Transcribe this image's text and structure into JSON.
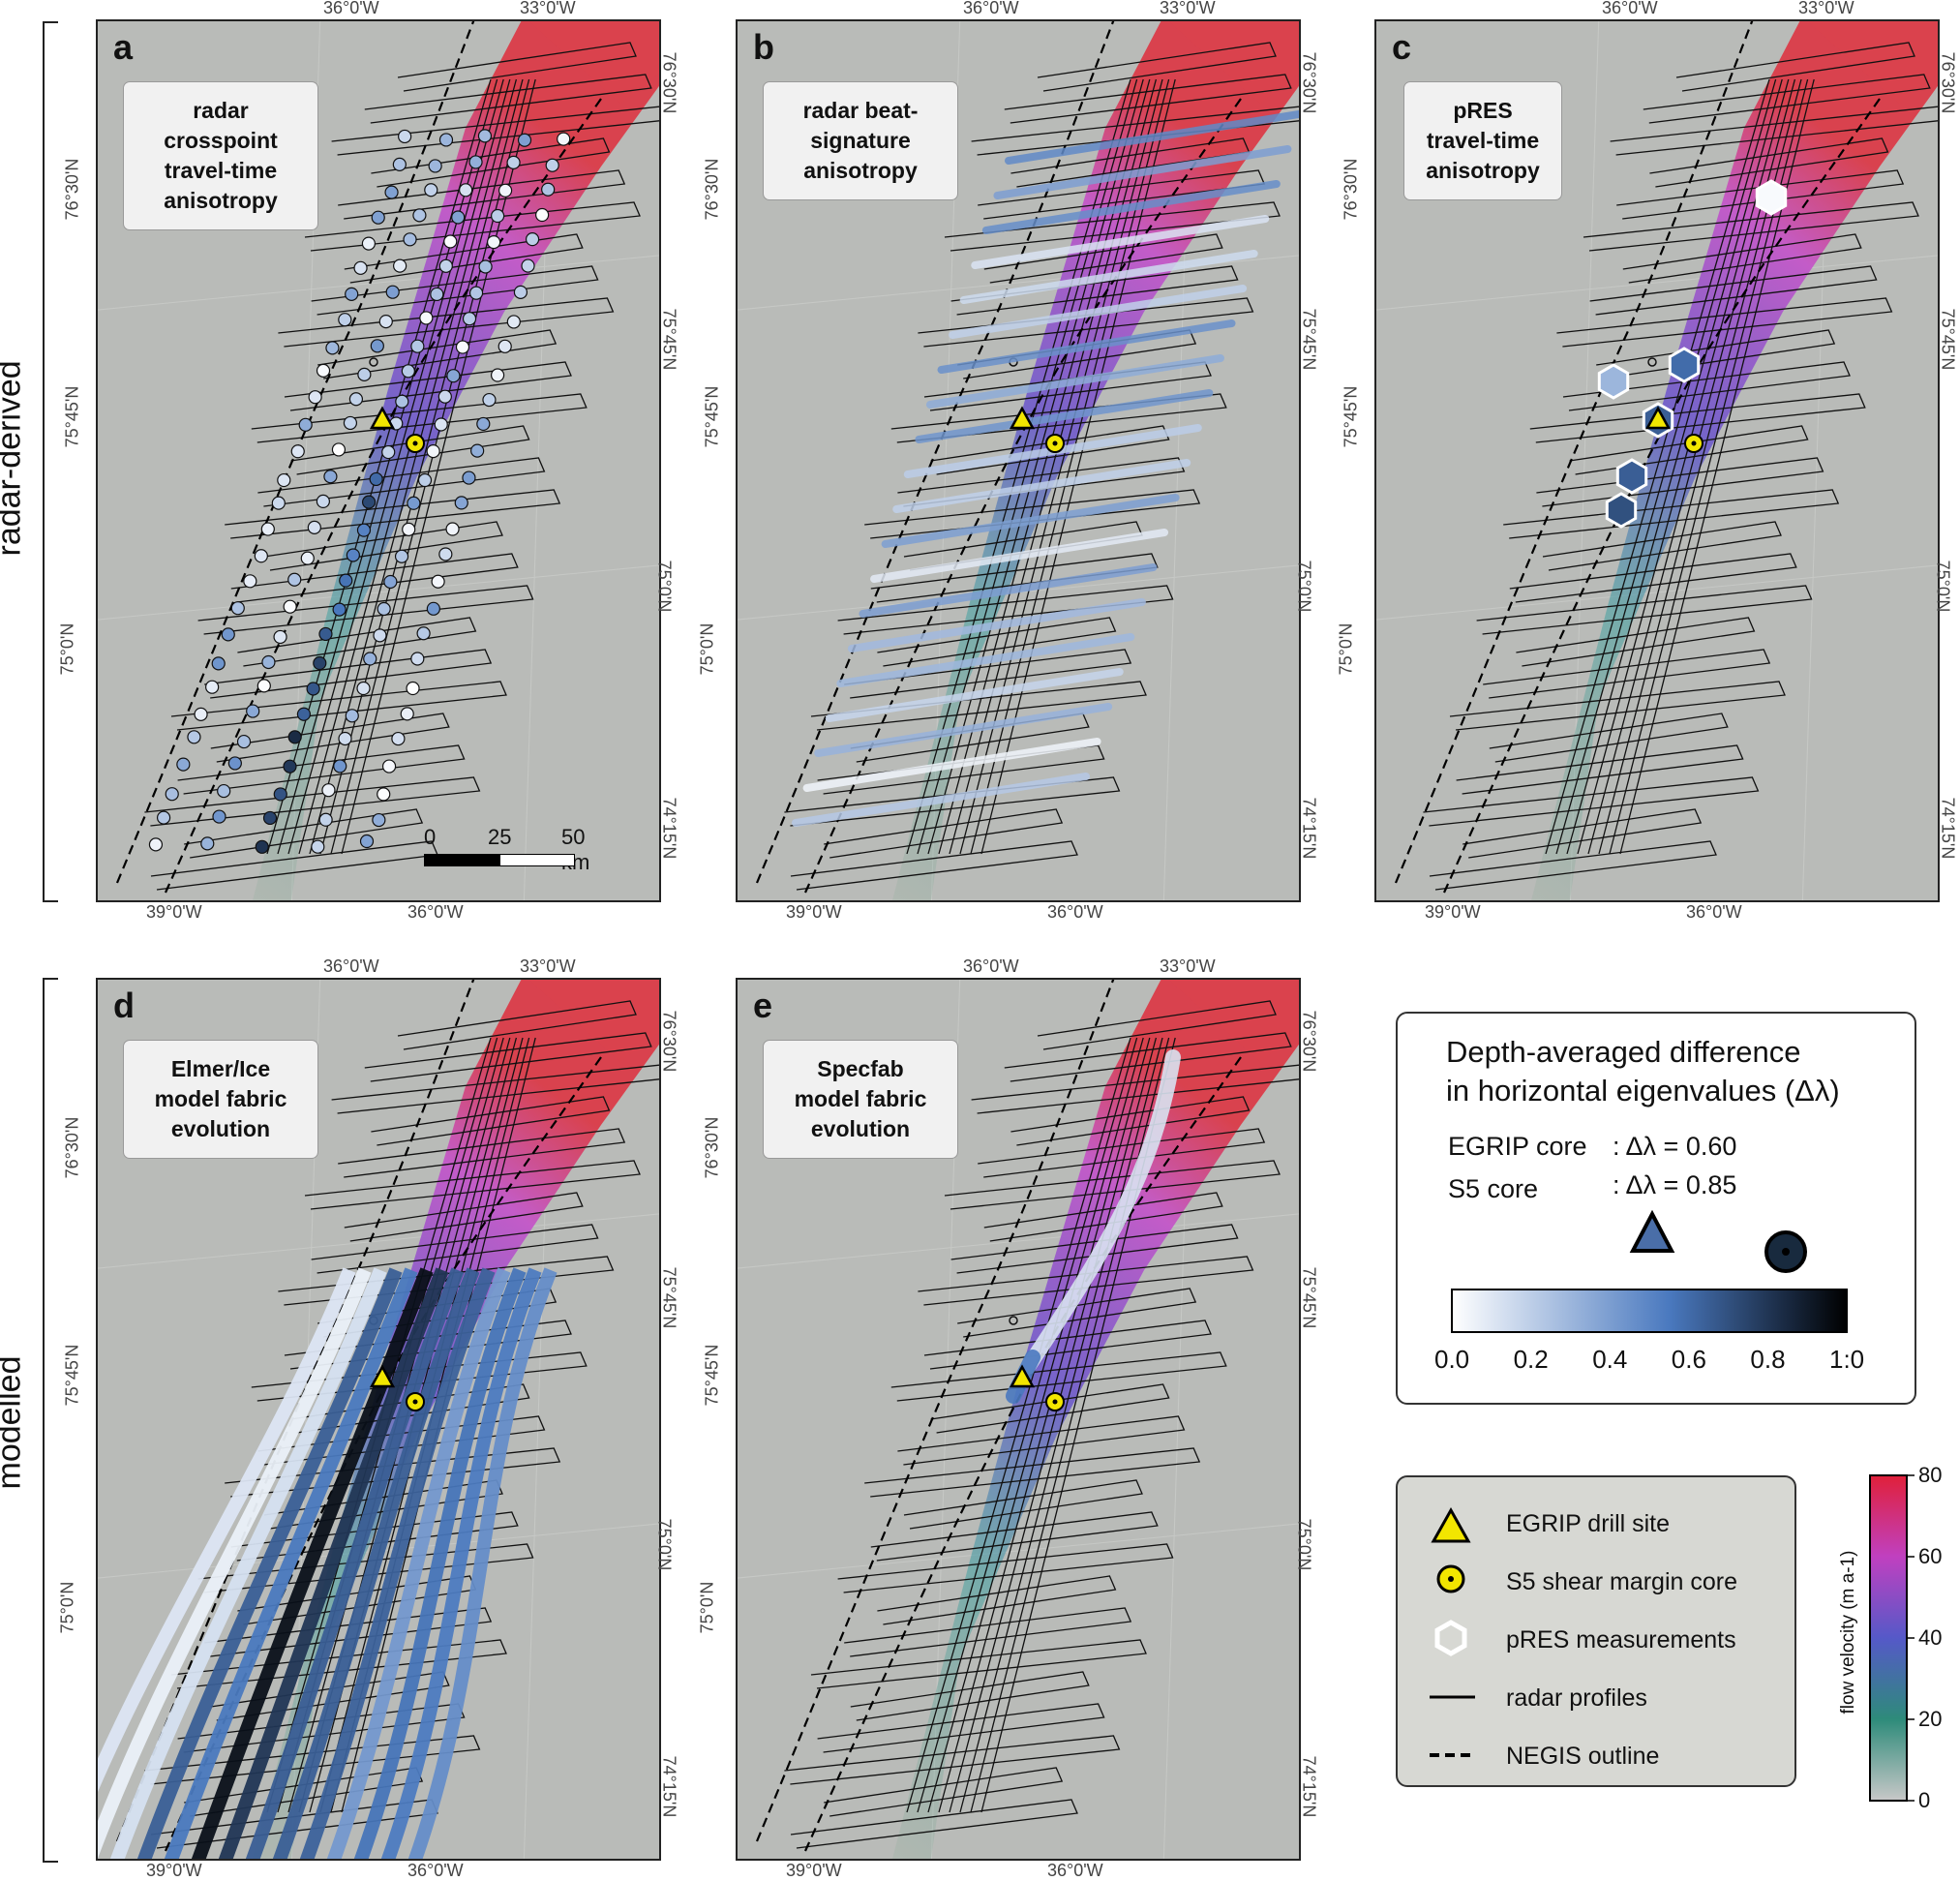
{
  "row_labels": {
    "top": "radar-derived",
    "bottom": "modelled"
  },
  "panels": [
    {
      "id": "a",
      "title_lines": [
        "radar crosspoint",
        "travel-time",
        "anisotropy"
      ]
    },
    {
      "id": "b",
      "title_lines": [
        "radar beat-",
        "signature",
        "anisotropy"
      ]
    },
    {
      "id": "c",
      "title_lines": [
        "pRES",
        "travel-time",
        "anisotropy"
      ]
    },
    {
      "id": "d",
      "title_lines": [
        "Elmer/Ice",
        "model fabric",
        "evolution"
      ]
    },
    {
      "id": "e",
      "title_lines": [
        "Specfab",
        "model fabric",
        "evolution"
      ]
    }
  ],
  "ticks": {
    "top": [
      "36°0'W",
      "33°0'W"
    ],
    "bottom": [
      "39°0'W",
      "36°0'W"
    ],
    "left": [
      "76°30'N",
      "75°45'N",
      "75°0'N"
    ],
    "right": [
      "76°30'N",
      "75°45'N",
      "75°0'N",
      "74°15'N"
    ]
  },
  "scalebar": {
    "labels": [
      "0",
      "25",
      "50 km"
    ]
  },
  "eigen_legend": {
    "title_line1": "Depth-averaged difference",
    "title_line2": "in horizontal eigenvalues (Δλ)",
    "egrip_label": "EGRIP core",
    "egrip_value": ": Δλ = 0.60",
    "s5_label": "S5 core",
    "s5_value": ": Δλ = 0.85",
    "colorbar_ticks": [
      "0.0",
      "0.2",
      "0.4",
      "0.6",
      "0.8",
      "1:0"
    ],
    "colors": [
      "#ffffff",
      "#4a79bf",
      "#000000"
    ]
  },
  "symbol_legend": {
    "items": [
      "EGRIP drill site",
      "S5 shear margin core",
      "pRES measurements",
      "radar profiles",
      "NEGIS outline"
    ]
  },
  "velocity_bar": {
    "label": "flow velocity (m a-1)",
    "ticks": [
      "80",
      "60",
      "40",
      "20",
      "0"
    ],
    "colors": [
      "#c8c8c8",
      "#2e8b7a",
      "#5559c8",
      "#c040c0",
      "#e0203a"
    ]
  }
}
